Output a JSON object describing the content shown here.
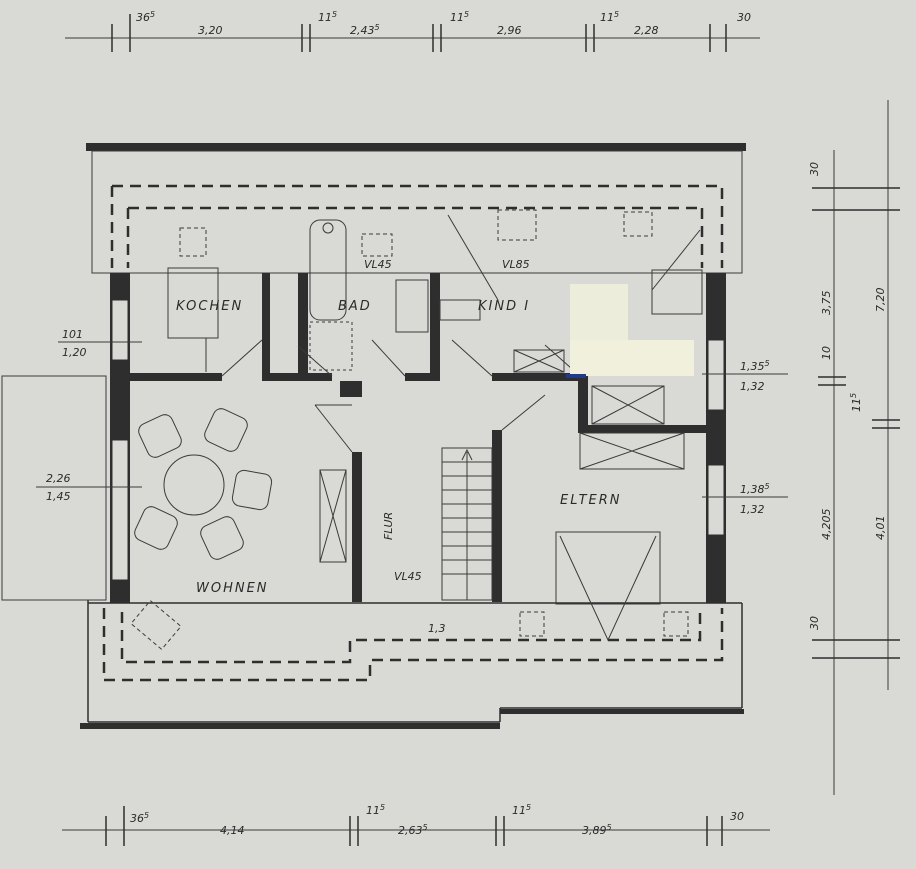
{
  "rooms": {
    "kitchen": "KOCHEN",
    "bath": "BAD",
    "child": "KIND I",
    "living": "WOHNEN",
    "hall": "FLUR",
    "parents": "ELTERN"
  },
  "annotations": {
    "vl_bath": "VL45",
    "vl_child": "VL85",
    "vl_stair": "VL45",
    "stair_mark": "1,3"
  },
  "dims_top": {
    "w1_main": "36",
    "w1_sup": "5",
    "d1": "3,20",
    "w2_main": "11",
    "w2_sup": "5",
    "d2_main": "2,43",
    "d2_sup": "5",
    "w3_main": "11",
    "w3_sup": "5",
    "d3": "2,96",
    "w4_main": "11",
    "w4_sup": "5",
    "d4": "2,28",
    "w5": "30"
  },
  "dims_bottom": {
    "w1_main": "36",
    "w1_sup": "5",
    "d1": "4,14",
    "w2_main": "11",
    "w2_sup": "5",
    "d2_main": "2,63",
    "d2_sup": "5",
    "w3_main": "11",
    "w3_sup": "5",
    "d3_main": "3,89",
    "d3_sup": "5",
    "w4": "30"
  },
  "dims_right": {
    "r1": "30",
    "r2": "3,75",
    "r3": "10",
    "r4": "4,205",
    "r5": "30",
    "total_upper": "7,20",
    "wall_main": "11",
    "wall_sup": "5",
    "total_lower": "4,01"
  },
  "windows": {
    "kitchen_top": "101",
    "kitchen_bot": "1,20",
    "living_top": "2,26",
    "living_bot": "1,45",
    "child_top_main": "1,35",
    "child_top_sup": "5",
    "child_bot": "1,32",
    "parents_top_main": "1,38",
    "parents_top_sup": "5",
    "parents_bot": "1,32"
  }
}
